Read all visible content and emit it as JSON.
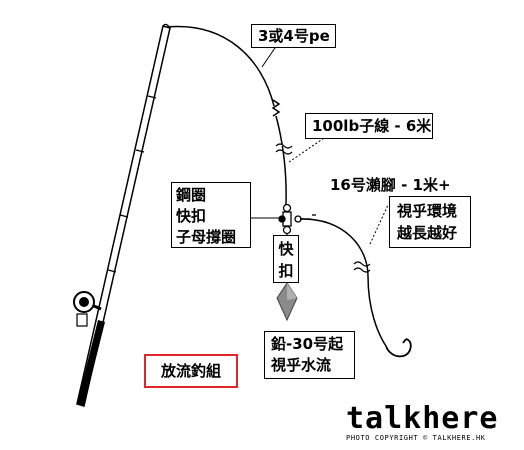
{
  "labels": {
    "line_pe": "3或4号pe",
    "leader": "100lb子線 - 6米",
    "tippet": "16号瀨腳 - 1米+",
    "swivel_lines": [
      "鋼圈",
      "快扣",
      "子母撐圈"
    ],
    "snap_lines": [
      "快",
      "扣"
    ],
    "environment_lines": [
      "視乎環境",
      "越長越好"
    ],
    "sinker_lines": [
      "鉛-30号起",
      "視乎水流"
    ],
    "rig_name": "放流釣組"
  },
  "watermark": {
    "brand": "talkhere",
    "credit": "PHOTO COPYRIGHT © TALKHERE.HK"
  },
  "colors": {
    "line": "#000000",
    "sinker": "#808080",
    "rig_name_border": "#e0252b"
  }
}
